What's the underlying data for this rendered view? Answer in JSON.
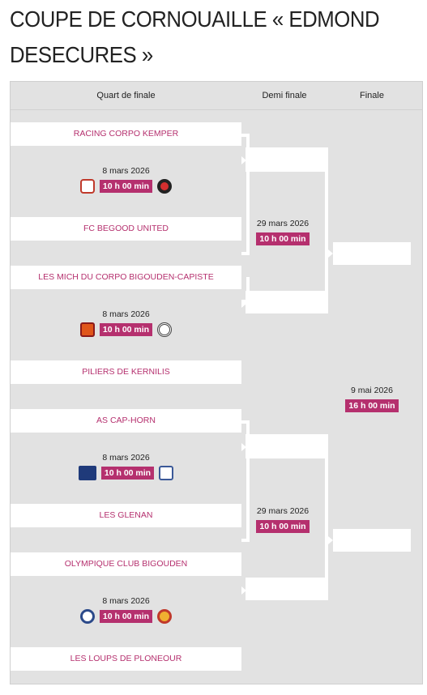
{
  "title": {
    "line1": "COUPE DE CORNOUAILLE « EDMOND",
    "line2": "DESECURES »"
  },
  "headers": {
    "quarter": "Quart de finale",
    "semi": "Demi finale",
    "final": "Finale"
  },
  "quarters": [
    {
      "home": "RACING CORPO KEMPER",
      "away": "FC BEGOOD UNITED",
      "date": "8 mars 2026",
      "time": "10 h 00 min",
      "home_logo": "red-white-shield-logo",
      "away_logo": "red-black-round-logo"
    },
    {
      "home": "LES MICH DU CORPO BIGOUDEN-CAPISTE",
      "away": "PILIERS DE KERNILIS",
      "date": "8 mars 2026",
      "time": "10 h 00 min",
      "home_logo": "orange-crest-logo",
      "away_logo": "black-white-star-logo"
    },
    {
      "home": "AS CAP-HORN",
      "away": "LES GLENAN",
      "date": "8 mars 2026",
      "time": "10 h 00 min",
      "home_logo": "cap-horn-logo",
      "away_logo": "blue-figure-logo"
    },
    {
      "home": "OLYMPIQUE CLUB BIGOUDEN",
      "away": "LES LOUPS DE PLONEOUR",
      "date": "8 mars 2026",
      "time": "10 h 00 min",
      "home_logo": "blue-round-crest-logo",
      "away_logo": "wolf-badge-logo"
    }
  ],
  "semis": [
    {
      "date": "29 mars 2026",
      "time": "10 h 00 min"
    },
    {
      "date": "29 mars 2026",
      "time": "10 h 00 min"
    }
  ],
  "final": {
    "date": "9 mai 2026",
    "time": "16 h 00 min"
  },
  "colors": {
    "accent": "#b5306e",
    "background": "#e2e2e2"
  }
}
